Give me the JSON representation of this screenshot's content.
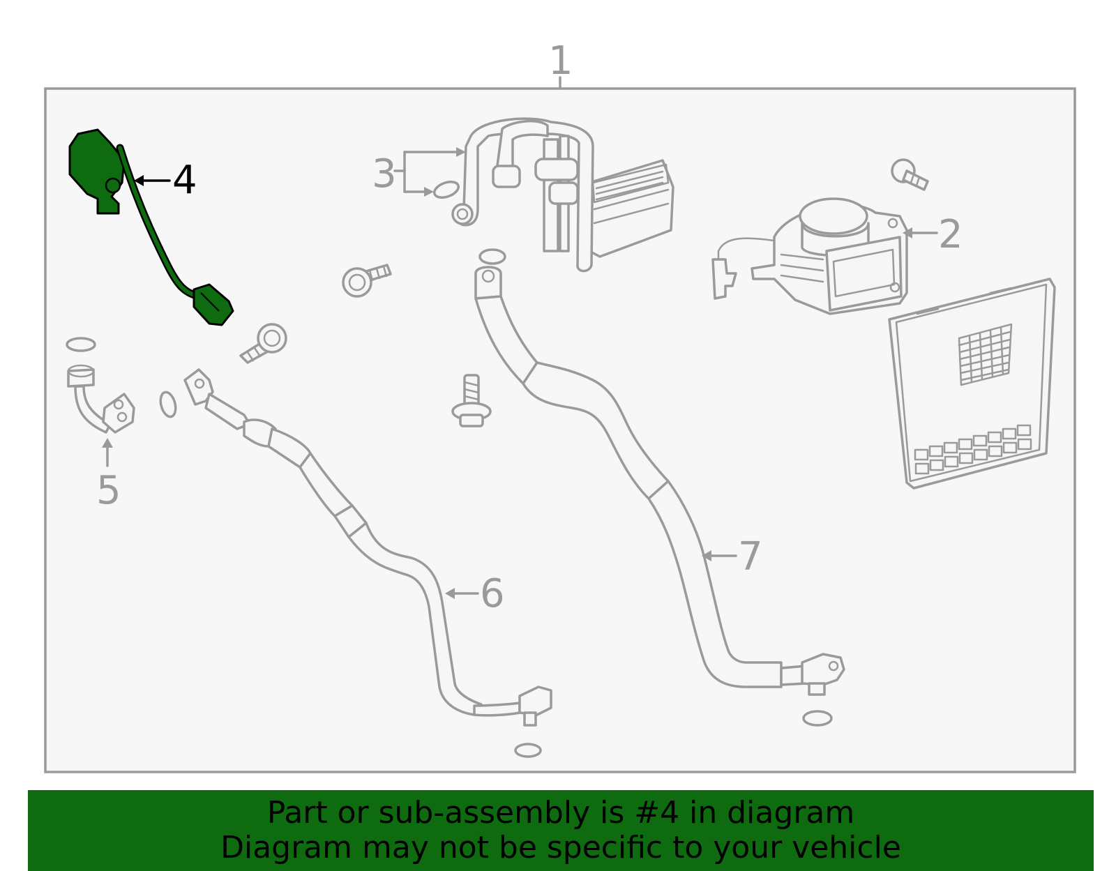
{
  "callouts": {
    "c1": "1",
    "c2": "2",
    "c3": "3",
    "c4": "4",
    "c5": "5",
    "c6": "6",
    "c7": "7"
  },
  "highlighted_part": "4",
  "colors": {
    "highlight": "#0f6b0f",
    "outline": "#9a9a9a",
    "frame_fill": "#f7f7f7"
  },
  "banner": {
    "line1": "Part or sub-assembly is #4 in diagram",
    "line2": "Diagram may not be specific to your vehicle"
  }
}
